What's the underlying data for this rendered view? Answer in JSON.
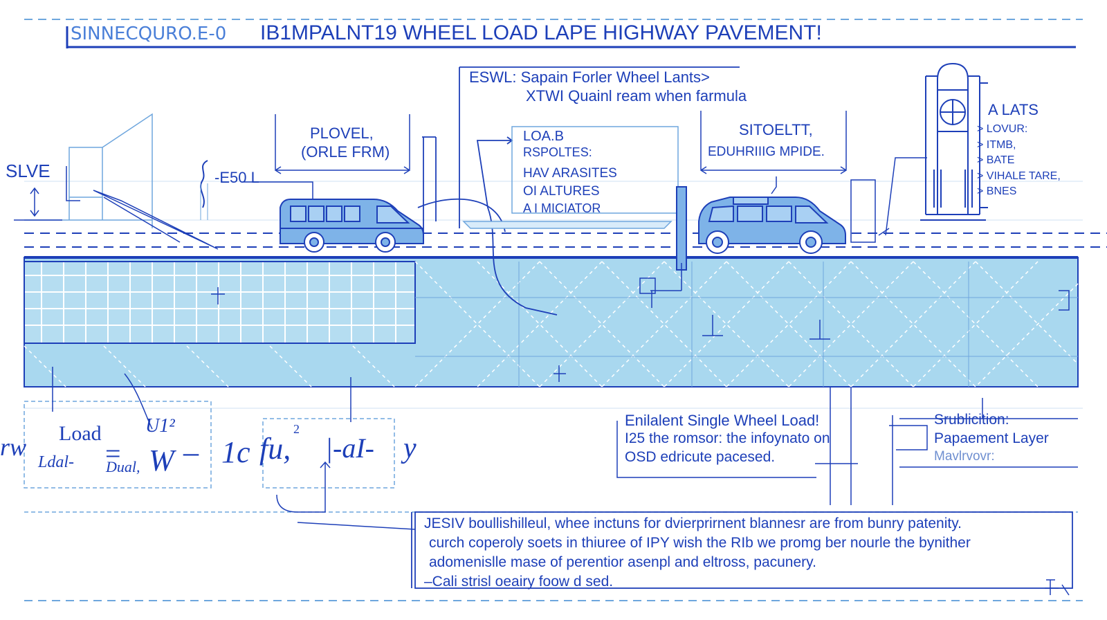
{
  "title": {
    "left": "SINNECQURO.E-0",
    "main": "IB1MPALNT19 WHEEL LOAD LAPE HIGHWAY PAVEMENT!"
  },
  "eswl_box": {
    "line1": "ESWL: Sapain Forler Wheel Lants>",
    "line2": "XTWI Quainl ream when farmula"
  },
  "left_labels": {
    "slve": "SLVE",
    "e50l": "-E50 L",
    "plovel": "PLOVEL,",
    "orle_frm": "(ORLE FRM)"
  },
  "load_box": {
    "title": "LOA.B",
    "subtitle": "RSPOLTES:",
    "item1": "HAV ARASITES",
    "item2": "OI ALTURES",
    "item3": "A I MICIATOR"
  },
  "right_box": {
    "title": "SITOELTT,",
    "subtitle": "EDUHRIIIG MPIDE."
  },
  "legend": {
    "title": "A LATS",
    "items": [
      "> LOVUR:",
      "> ITMB,",
      "> BATE",
      "> VIHALE TARE,",
      "> BNES"
    ]
  },
  "formula": {
    "prefix": "rw",
    "load_top": "Load",
    "load_bottom": "Ldal-",
    "eq": "=",
    "w_term": "W",
    "w_sup": "U1²",
    "minus": "–",
    "ic": "1c",
    "fu": "fu,",
    "fu_sup": "2",
    "ai": "|-aI-",
    "y": "y",
    "dual": "Dual,"
  },
  "eswl_note": {
    "line1": "Enilalent Single Wheel Load!",
    "line2": "I25 the romsor: the infoynato on",
    "line3": "OSD edricute pacesed."
  },
  "pavement_note": {
    "line1": "Srublicition:",
    "line2": "Papaement Layer",
    "line3": "Mavlrvovr:"
  },
  "paragraph": {
    "line1": "JESIV boullishilleul, whee inctuns for dvierprirnent blannesr are from bunry patenity.",
    "line2": "curch coperoly soets in thiuree of IPY wish the  RIb we promg ber nourle the bynither",
    "line3": "adomenislle mase of perentior asenpl and eltross, pacunery.",
    "line4": "–Cali strisl oeairy foow d sed."
  },
  "colors": {
    "ink": "#1d3fb8",
    "light_ink": "#4a7fd8",
    "pavement": "#a9d8ef",
    "grid": "#6ea6dd"
  }
}
